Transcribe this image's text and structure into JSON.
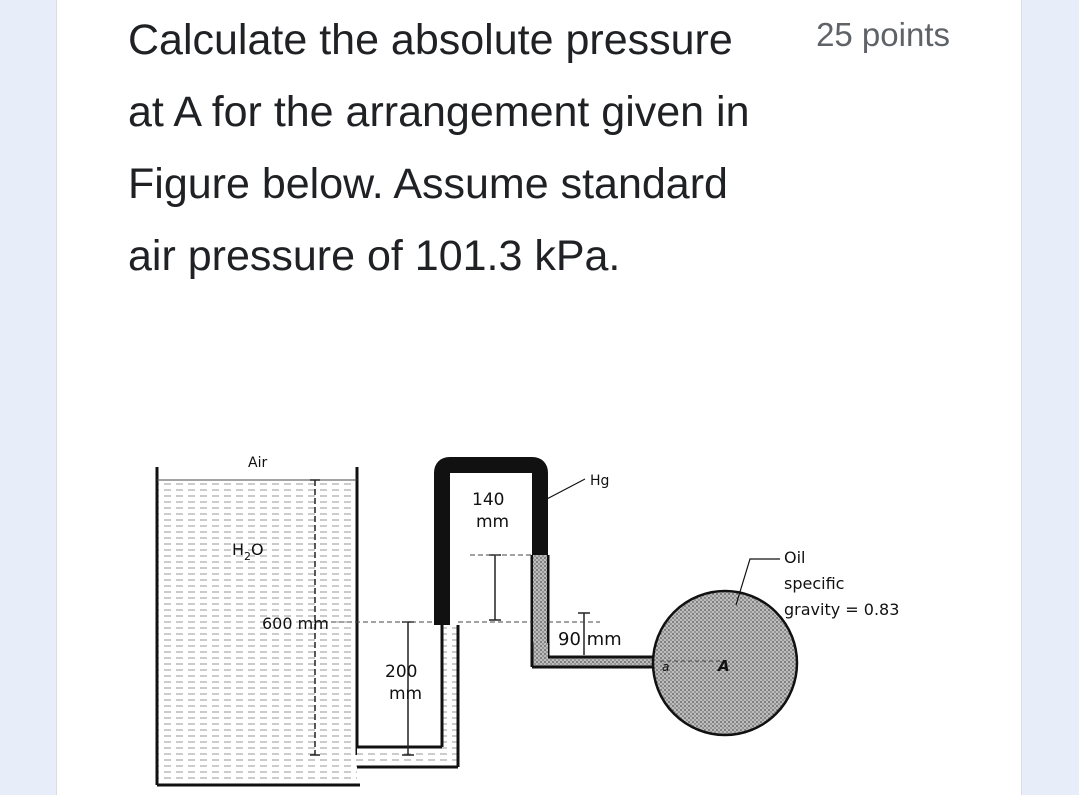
{
  "question": {
    "text": "Calculate the absolute pressure at A for the arrangement given in Figure below. Assume standard air pressure of 101.3 kPa.",
    "points": "25 points"
  },
  "figure": {
    "label_air": "Air",
    "label_h2o": "H",
    "label_h2o_sub": "2",
    "label_h2o_end": "O",
    "label_600": "600 mm",
    "label_200_top": "200",
    "label_200_bottom": "mm",
    "label_140_top": "140",
    "label_140_bottom": "mm",
    "label_hg": "Hg",
    "label_90": "90 mm",
    "label_oil_1": "Oil",
    "label_oil_2": "specific",
    "label_oil_3": "gravity = 0.83",
    "label_a_small": "a",
    "label_A": "A"
  }
}
